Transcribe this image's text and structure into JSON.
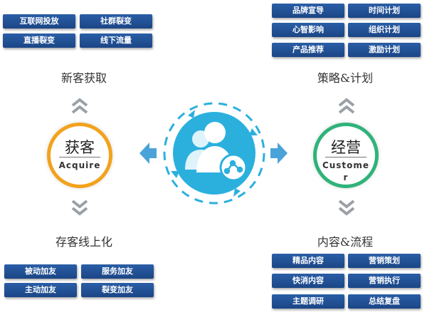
{
  "top_left_tags": [
    "互联网投放",
    "社群裂变",
    "直播裂变",
    "线下流量"
  ],
  "top_right_tags": [
    "品牌宣导",
    "时间计划",
    "心智影响",
    "组织计划",
    "产品推荐",
    "激励计划"
  ],
  "bottom_left_tags": [
    "被动加友",
    "服务加友",
    "主动加友",
    "裂变加友"
  ],
  "bottom_right_tags": [
    "精品内容",
    "营销策划",
    "快消内容",
    "营销执行",
    "主题调研",
    "总结复盘"
  ],
  "labels": {
    "top_left": "新客获取",
    "top_right": "策略&计划",
    "bottom_left": "存客线上化",
    "bottom_right": "内容&流程"
  },
  "left_circle": {
    "zh": "获客",
    "en": "Acquire"
  },
  "right_circle": {
    "zh": "经营",
    "en": "Customer"
  },
  "colors": {
    "tag_blue": "#1f4f92",
    "orange_ring": "#f2a21c",
    "green_ring": "#2fb37a",
    "center_blue": "#2bb0de",
    "arrow_blue": "#4aa3d8",
    "chevron_grey": "#9aa0a6"
  },
  "icons": [
    "users-network-icon",
    "chevron-up-icon",
    "chevron-down-icon",
    "arrow-left-icon",
    "arrow-right-icon"
  ]
}
